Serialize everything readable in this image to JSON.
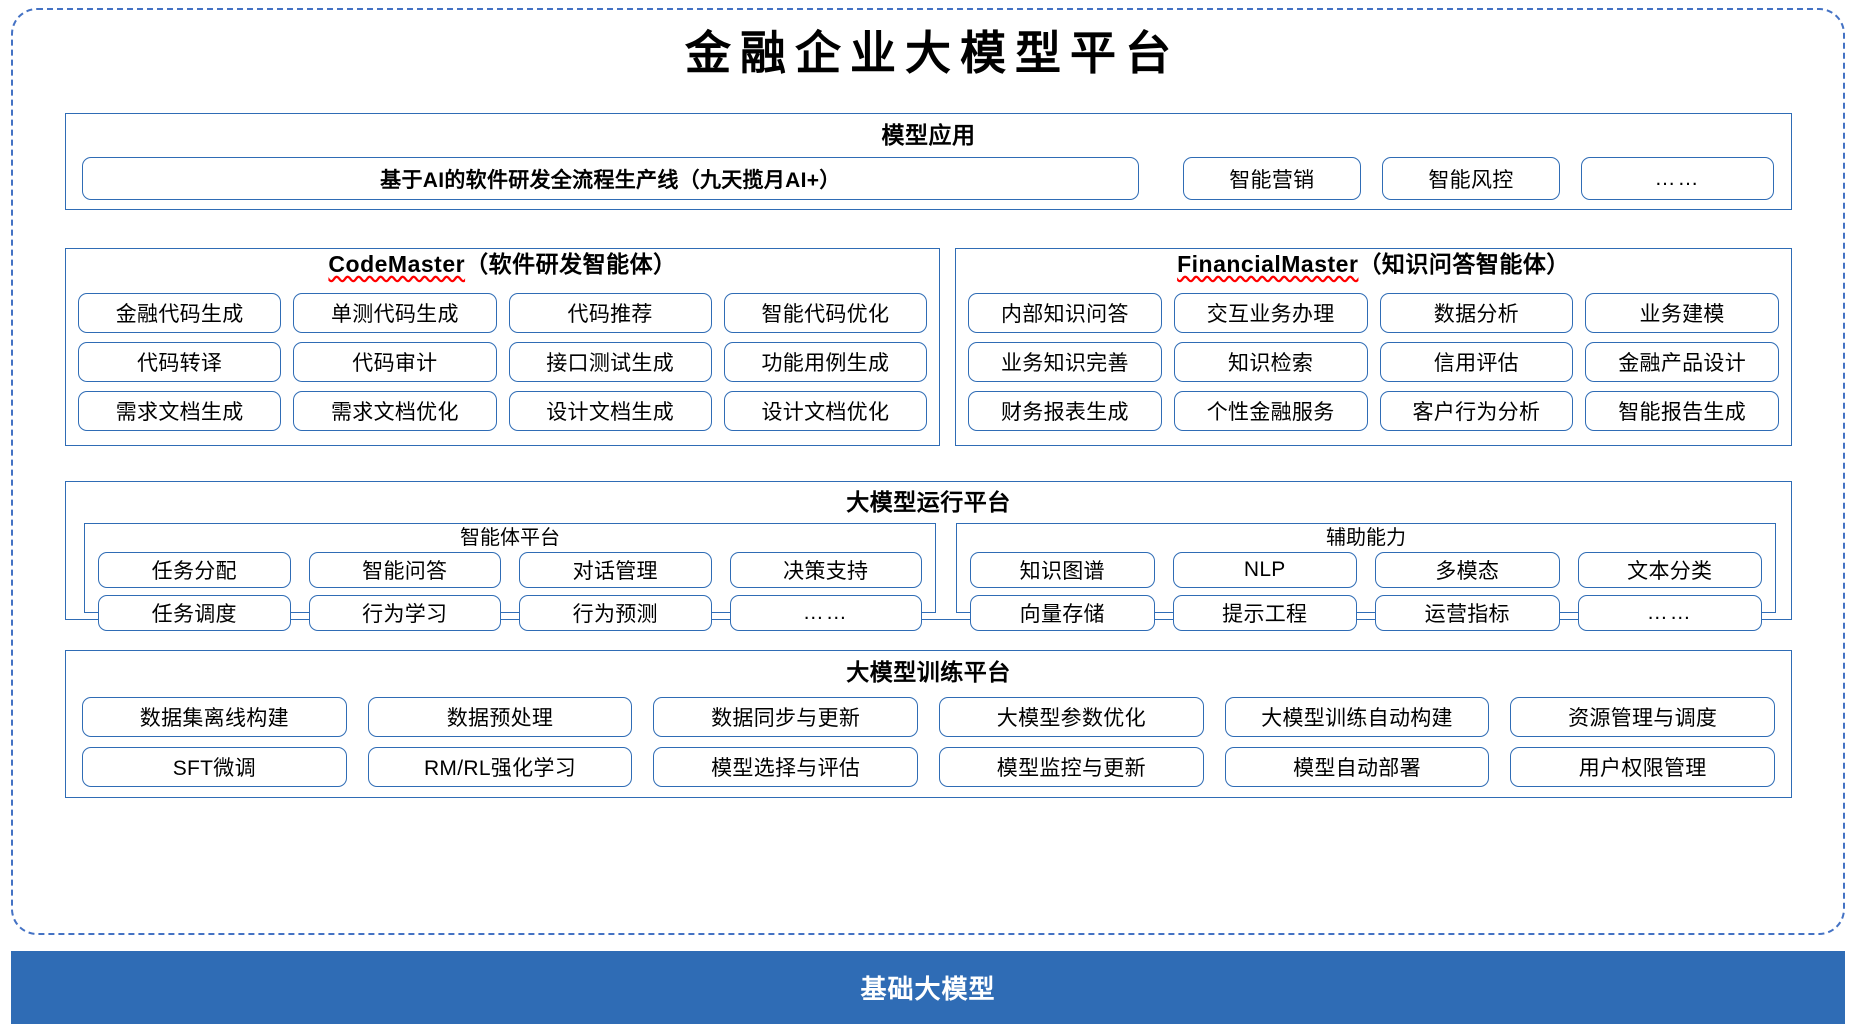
{
  "page": {
    "title": "金融企业大模型平台",
    "accent_color": "#2f6cb5",
    "frame_color": "#4472c4",
    "spellcheck_color": "#ff0000"
  },
  "model_applications": {
    "title": "模型应用",
    "primary": "基于AI的软件研发全流程生产线（九天揽月AI+）",
    "items": [
      "智能营销",
      "智能风控",
      "……"
    ]
  },
  "agents": [
    {
      "id": "codemaster",
      "name": "CodeMaster",
      "name_suffix": "（软件研发智能体）",
      "spellchecked": true,
      "capabilities": [
        "金融代码生成",
        "单测代码生成",
        "代码推荐",
        "智能代码优化",
        "代码转译",
        "代码审计",
        "接口测试生成",
        "功能用例生成",
        "需求文档生成",
        "需求文档优化",
        "设计文档生成",
        "设计文档优化"
      ]
    },
    {
      "id": "financialmaster",
      "name": "FinancialMaster",
      "name_suffix": "（知识问答智能体）",
      "spellchecked": true,
      "capabilities": [
        "内部知识问答",
        "交互业务办理",
        "数据分析",
        "业务建模",
        "业务知识完善",
        "知识检索",
        "信用评估",
        "金融产品设计",
        "财务报表生成",
        "个性金融服务",
        "客户行为分析",
        "智能报告生成"
      ]
    }
  ],
  "runtime_platform": {
    "title": "大模型运行平台",
    "groups": [
      {
        "id": "agent-platform",
        "title": "智能体平台",
        "items": [
          "任务分配",
          "智能问答",
          "对话管理",
          "决策支持",
          "任务调度",
          "行为学习",
          "行为预测",
          "……"
        ]
      },
      {
        "id": "auxiliary-capability",
        "title": "辅助能力",
        "items": [
          "知识图谱",
          "NLP",
          "多模态",
          "文本分类",
          "向量存储",
          "提示工程",
          "运营指标",
          "……"
        ]
      }
    ]
  },
  "training_platform": {
    "title": "大模型训练平台",
    "items": [
      "数据集离线构建",
      "数据预处理",
      "数据同步与更新",
      "大模型参数优化",
      "大模型训练自动构建",
      "资源管理与调度",
      "SFT微调",
      "RM/RL强化学习",
      "模型选择与评估",
      "模型监控与更新",
      "模型自动部署",
      "用户权限管理"
    ]
  },
  "foundation": {
    "label": "基础大模型"
  }
}
